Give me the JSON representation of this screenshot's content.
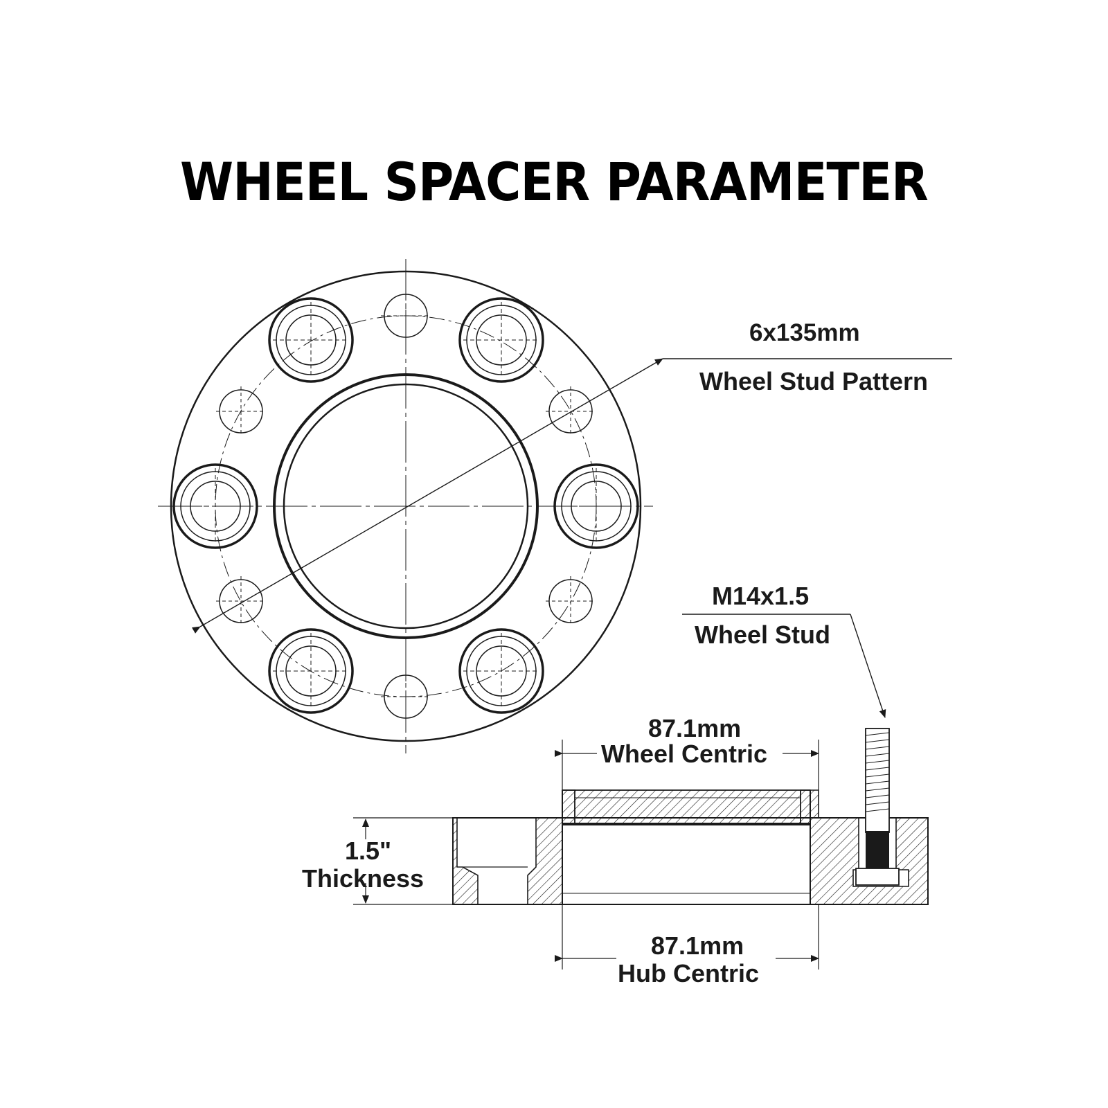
{
  "title": "WHEEL SPACER PARAMETER",
  "callouts": {
    "pattern_value": "6x135mm",
    "pattern_label": "Wheel Stud Pattern",
    "stud_value": "M14x1.5",
    "stud_label": "Wheel Stud",
    "wheel_centric_value": "87.1mm",
    "wheel_centric_label": "Wheel Centric",
    "thickness_value": "1.5\"",
    "thickness_label": "Thickness",
    "hub_centric_value": "87.1mm",
    "hub_centric_label": "Hub Centric"
  },
  "colors": {
    "line": "#1a1a1a",
    "background": "#ffffff"
  }
}
